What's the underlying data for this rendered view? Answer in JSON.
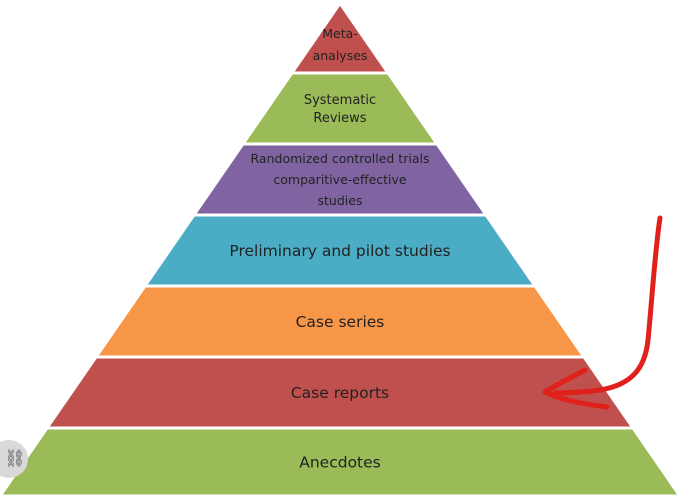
{
  "pyramid": {
    "levels": [
      {
        "lines": [
          "Meta-",
          "analyses"
        ],
        "color": "#c0504d"
      },
      {
        "lines": [
          "Systematic",
          "Reviews"
        ],
        "color": "#9bbb59"
      },
      {
        "lines": [
          "Randomized controlled trials",
          "comparitive-effective",
          "studies"
        ],
        "color": "#8064a2"
      },
      {
        "lines": [
          "Preliminary and pilot studies"
        ],
        "color": "#4bacc6"
      },
      {
        "lines": [
          "Case series"
        ],
        "color": "#f79646"
      },
      {
        "lines": [
          "Case reports"
        ],
        "color": "#c0504d"
      },
      {
        "lines": [
          "Anecdotes"
        ],
        "color": "#9bbb59"
      }
    ]
  },
  "annotation": {
    "arrow_color": "#e0201b",
    "points_to": "Case reports"
  },
  "badge": {
    "icon": "link-icon"
  }
}
